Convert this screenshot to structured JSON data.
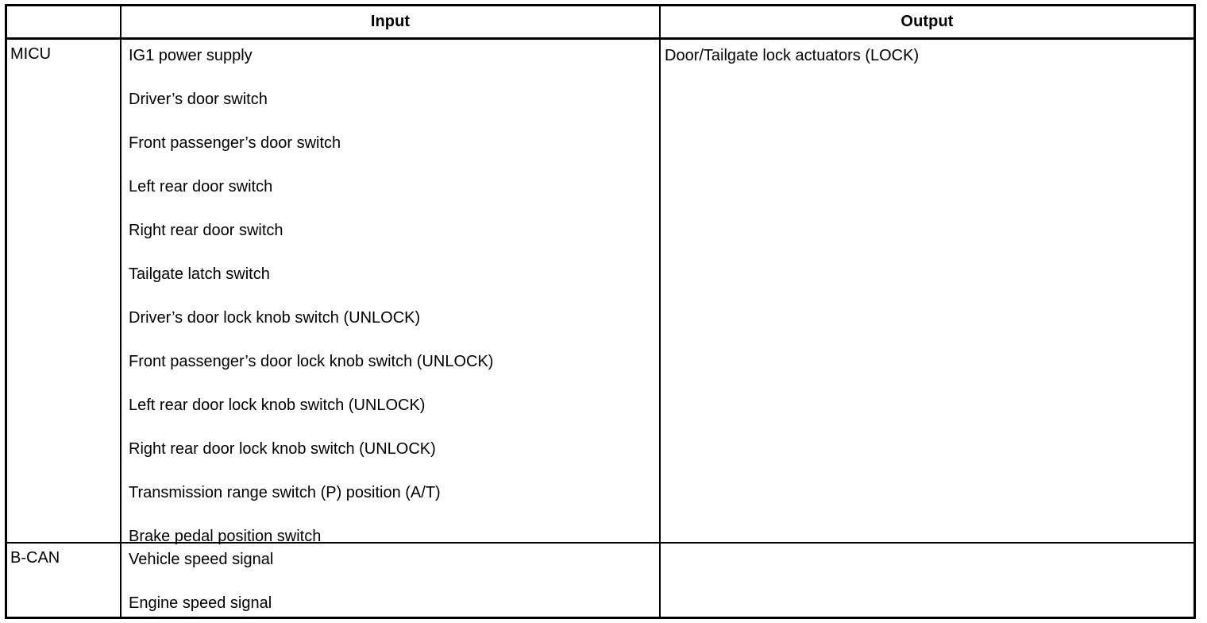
{
  "table": {
    "headers": {
      "blank": "",
      "input": "Input",
      "output": "Output"
    },
    "rows": [
      {
        "label": "MICU",
        "inputs": [
          "IG1 power supply",
          "Driver’s door switch",
          "Front passenger’s door switch",
          "Left rear door switch",
          "Right rear door switch",
          "Tailgate latch switch",
          "Driver’s door lock knob switch (UNLOCK)",
          "Front passenger’s door lock knob switch (UNLOCK)",
          "Left rear door lock knob switch (UNLOCK)",
          "Right rear door lock knob switch (UNLOCK)",
          "Transmission range switch (P) position (A/T)",
          "Brake pedal position switch"
        ],
        "outputs": [
          "Door/Tailgate lock actuators (LOCK)"
        ]
      },
      {
        "label": "B-CAN",
        "inputs": [
          "Vehicle speed signal",
          "Engine speed signal"
        ],
        "outputs": []
      }
    ]
  },
  "colors": {
    "border": "#000000",
    "text": "#000000",
    "background": "#ffffff"
  }
}
